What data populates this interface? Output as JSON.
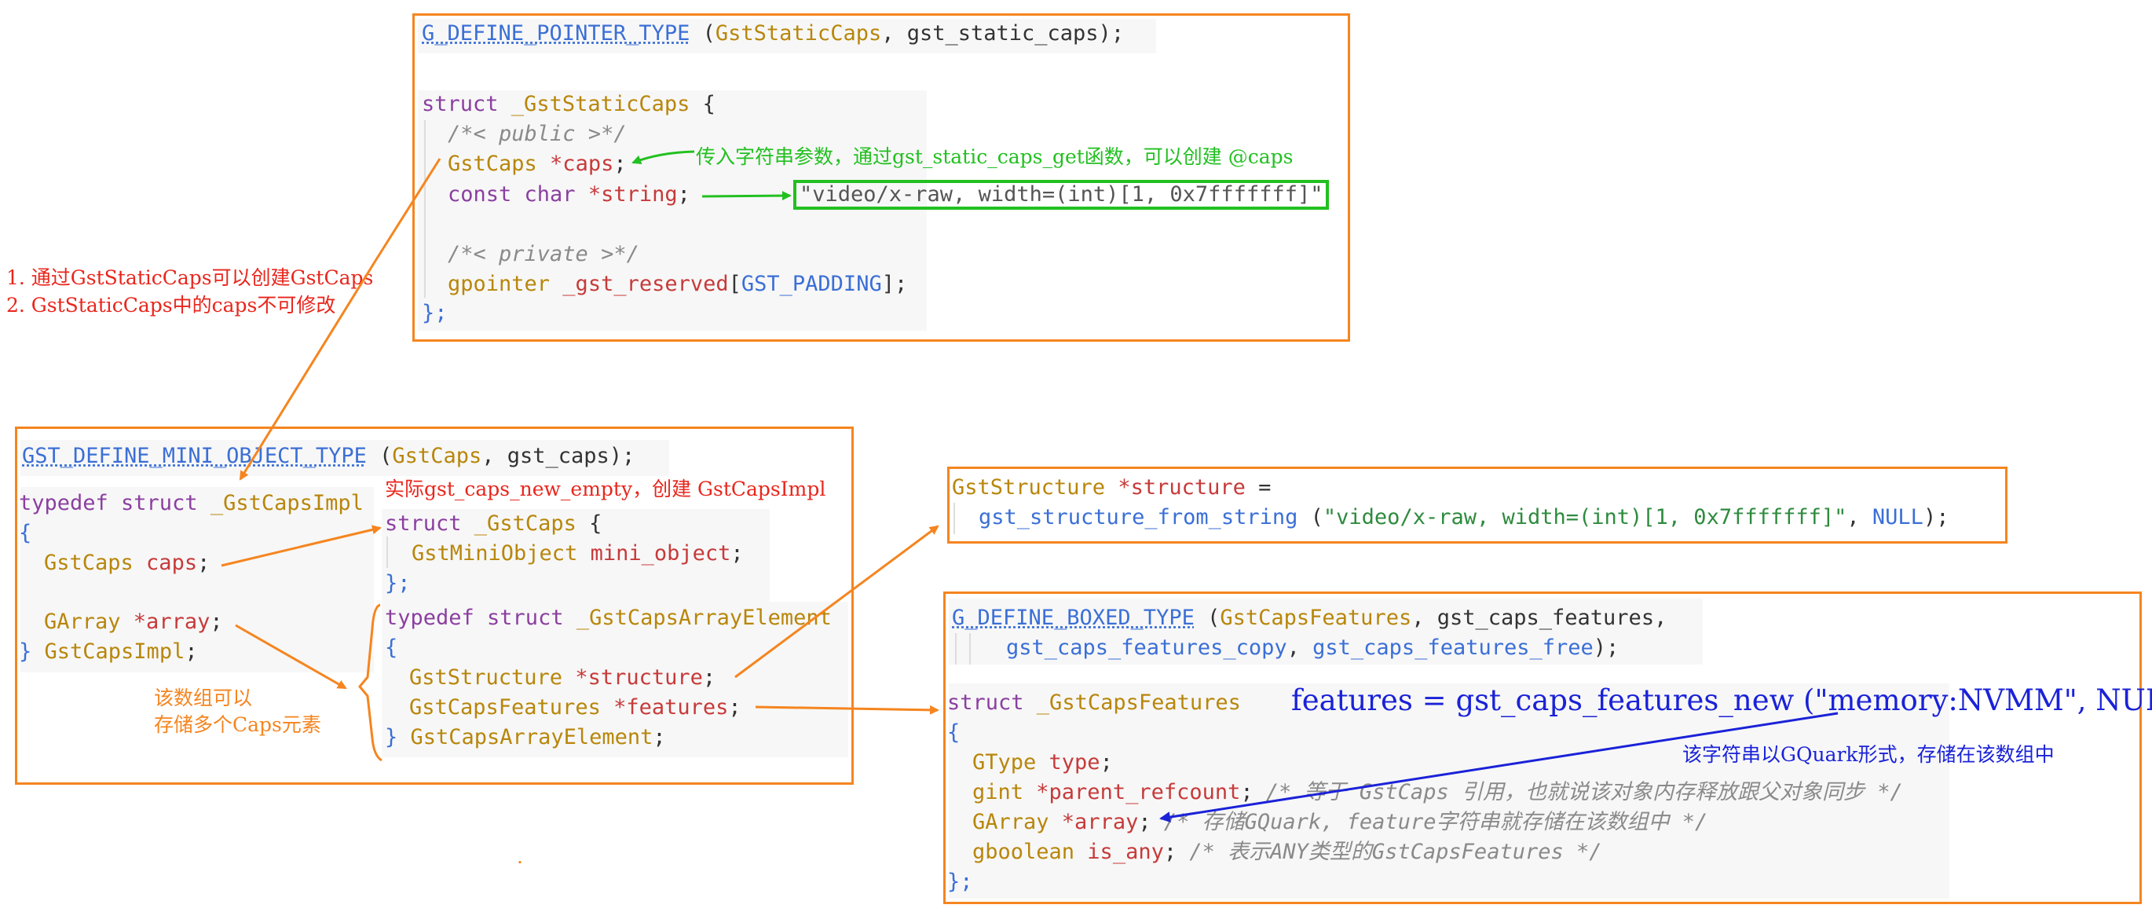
{
  "static_caps_box": {
    "l1": {
      "macro": "G_DEFINE_POINTER_TYPE",
      "rest_a": " (",
      "type": "GstStaticCaps",
      "rest_b": ", gst_static_caps);"
    },
    "l2": {
      "kw": "struct",
      "type": " _GstStaticCaps",
      "rest": " {"
    },
    "l3": "/*< public >*/",
    "l4": {
      "type": "GstCaps",
      "ptr": " *caps",
      "rest": ";"
    },
    "l5": {
      "kw": "const char",
      "ptr": " *string",
      "rest": ";"
    },
    "l6": "/*< private >*/",
    "l7": {
      "type": "gpointer",
      "name": " _gst_reserved",
      "rest_a": "[",
      "macro": "GST_PADDING",
      "rest_b": "];"
    },
    "l8": "};",
    "string_value": "\"video/x-raw, width=(int)[1, 0x7fffffff]\"",
    "annotation": "传入字符串参数，通过gst_static_caps_get函数，可以创建 @caps"
  },
  "left_notes": [
    "1. 通过GstStaticCaps可以创建GstCaps",
    "2. GstStaticCaps中的caps不可修改"
  ],
  "caps_box": {
    "l1": {
      "macro": "GST_DEFINE_MINI_OBJECT_TYPE",
      "rest_a": " (",
      "type": "GstCaps",
      "rest_b": ", gst_caps);"
    },
    "l2": {
      "kw": "typedef struct",
      "type": " _GstCapsImpl"
    },
    "annotation": "实际gst_caps_new_empty，创建 GstCapsImpl",
    "l3": "{",
    "l4": {
      "type": "GstCaps",
      "name": " caps",
      "rest": ";"
    },
    "l5": {
      "type": "GArray",
      "ptr": " *array",
      "rest": ";"
    },
    "l6": {
      "rest": "} ",
      "type": "GstCapsImpl",
      "rest_b": ";"
    },
    "r1": {
      "kw": "struct",
      "type": " _GstCaps",
      "rest": " {"
    },
    "r2": {
      "type": "GstMiniObject",
      "name": " mini_object",
      "rest": ";"
    },
    "r3": "};",
    "r4": {
      "kw": "typedef struct",
      "type": " _GstCapsArrayElement"
    },
    "r5": "{",
    "r6": {
      "type": "GstStructure",
      "ptr": " *structure",
      "rest": ";"
    },
    "r7": {
      "type": "GstCapsFeatures",
      "ptr": " *features",
      "rest": ";"
    },
    "r8": {
      "rest": "} ",
      "type": "GstCapsArrayElement",
      "rest_b": ";"
    },
    "array_note": [
      "该数组可以",
      "存储多个Caps元素"
    ]
  },
  "structure_box": {
    "l1": {
      "type": "GstStructure",
      "ptr": " *structure",
      "rest": " ="
    },
    "l2": {
      "fn": "gst_structure_from_string",
      "rest_a": " (",
      "str": "\"video/x-raw, width=(int)[1, 0x7fffffff]\"",
      "rest_b": ", ",
      "macro": "NULL",
      "rest_c": ");"
    }
  },
  "features_box": {
    "l1": {
      "macro": "G_DEFINE_BOXED_TYPE",
      "rest_a": " (",
      "type": "GstCapsFeatures",
      "rest_b": ", gst_caps_features,"
    },
    "l2": {
      "fn1": "gst_caps_features_copy",
      "rest_a": ", ",
      "fn2": "gst_caps_features_free",
      "rest_b": ");"
    },
    "l3": {
      "kw": "struct",
      "type": " _GstCapsFeatures"
    },
    "code_note": "features = gst_caps_features_new (\"memory:NVMM\", NULL);",
    "l4": "{",
    "l5": {
      "type": "GType",
      "ptr": " type",
      "rest": ";"
    },
    "l6": {
      "type": "gint",
      "ptr": " *parent_refcount",
      "rest": "; ",
      "cm": "/* 等于 GstCaps 引用，也就说该对象内存释放跟父对象同步 */"
    },
    "l7": {
      "type": "GArray",
      "ptr": " *array",
      "rest": "; ",
      "cm": "/* 存储GQuark, feature字符串就存储在该数组中 */"
    },
    "l8": {
      "type": "gboolean",
      "name": " is_any",
      "rest": "; ",
      "cm": "/* 表示ANY类型的GstCapsFeatures */"
    },
    "l9": "};",
    "annotation": "该字符串以GQuark形式，存储在该数组中"
  },
  "stray_dot": ".",
  "colors": {
    "orange": "#f5851f",
    "green": "#22c020",
    "red": "#e8261c",
    "blue": "#1a22d8"
  }
}
